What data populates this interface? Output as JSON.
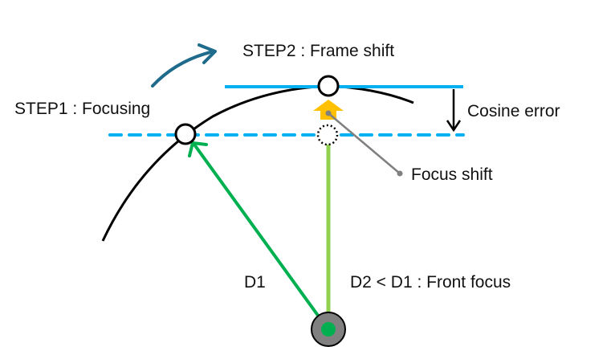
{
  "labels": {
    "step1": "STEP1 : Focusing",
    "step2": "STEP2 : Frame shift",
    "cosine_error": "Cosine error",
    "focus_shift": "Focus shift",
    "d1": "D1",
    "d2_relation": "D2 < D1 : Front focus"
  },
  "colors": {
    "focal_plane_solid": "#00b0f0",
    "focal_plane_dashed": "#00b0f0",
    "arc": "#000000",
    "d1_arrow": "#00b050",
    "d2_line": "#92d050",
    "step_arrow": "#1f6b8c",
    "focus_shift_arrow": "#ffc000",
    "leader_line": "#808080",
    "camera_fill": "#808080",
    "camera_center": "#00b050"
  },
  "icons": {
    "step_arrow": "curved-arrow-icon",
    "focus_shift_arrow": "up-arrow-icon",
    "cosine_error_arrow": "down-arrow-icon",
    "camera": "camera-position-icon"
  }
}
